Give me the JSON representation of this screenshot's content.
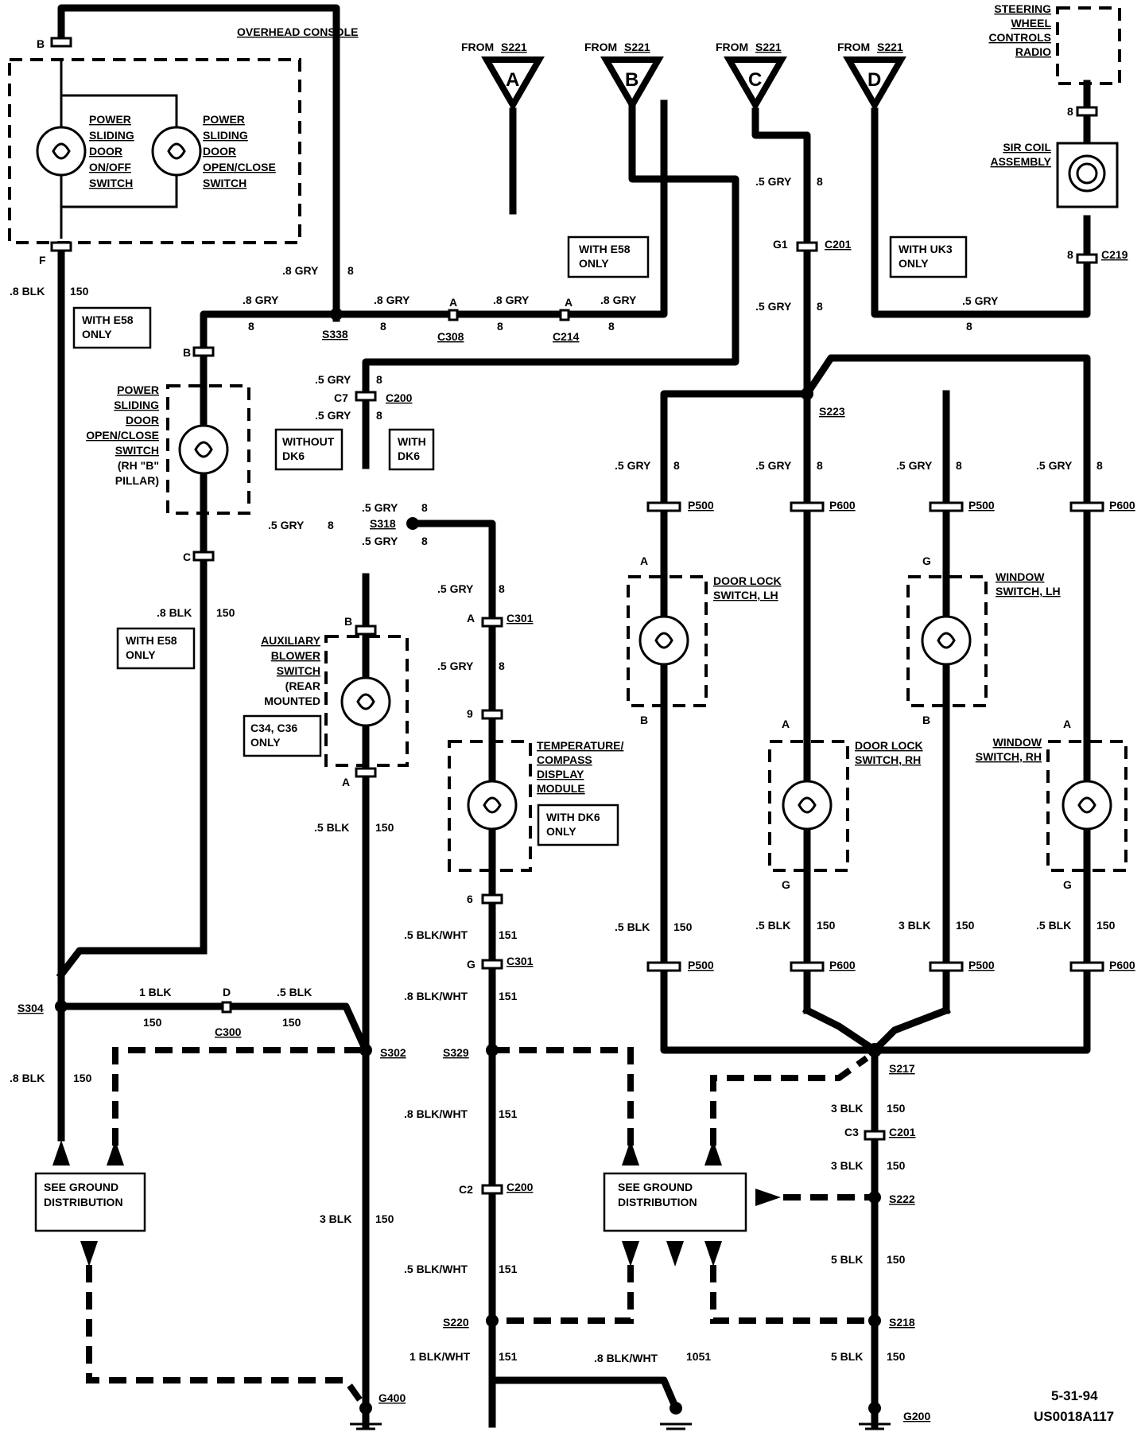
{
  "footer": {
    "date": "5-31-94",
    "figure_id": "US0018A117"
  },
  "sources": [
    {
      "from": "FROM",
      "splice": "S221",
      "letter": "A"
    },
    {
      "from": "FROM",
      "splice": "S221",
      "letter": "B"
    },
    {
      "from": "FROM",
      "splice": "S221",
      "letter": "C"
    },
    {
      "from": "FROM",
      "splice": "S221",
      "letter": "D"
    }
  ],
  "components": {
    "overhead_console": "OVERHEAD CONSOLE",
    "psd_on_off": [
      "POWER",
      "SLIDING",
      "DOOR",
      "ON/OFF",
      "SWITCH"
    ],
    "psd_open_close": [
      "POWER",
      "SLIDING",
      "DOOR",
      "OPEN/CLOSE",
      "SWITCH"
    ],
    "psd_rh_b": [
      "POWER",
      "SLIDING",
      "DOOR",
      "OPEN/CLOSE",
      "SWITCH",
      "(RH \"B\"",
      "PILLAR)"
    ],
    "aux_blower": [
      "AUXILIARY",
      "BLOWER",
      "SWITCH",
      "(REAR",
      "MOUNTED"
    ],
    "temp_compass": [
      "TEMPERATURE/",
      "COMPASS",
      "DISPLAY",
      "MODULE"
    ],
    "door_lock_lh": [
      "DOOR LOCK",
      "SWITCH, LH"
    ],
    "door_lock_rh": [
      "DOOR LOCK",
      "SWITCH, RH"
    ],
    "window_lh": [
      "WINDOW",
      "SWITCH, LH"
    ],
    "window_rh": [
      "WINDOW",
      "SWITCH, RH"
    ],
    "steering_wheel": [
      "STEERING",
      "WHEEL",
      "CONTROLS",
      "RADIO"
    ],
    "sir_coil": [
      "SIR COIL",
      "ASSEMBLY"
    ]
  },
  "notes": {
    "with_e58_top": [
      "WITH E58",
      "ONLY"
    ],
    "with_e58_left": [
      "WITH E58",
      "ONLY"
    ],
    "with_e58_mid": [
      "WITH E58",
      "ONLY"
    ],
    "with_uk3": [
      "WITH UK3",
      "ONLY"
    ],
    "without_dk6": [
      "WITHOUT",
      "DK6"
    ],
    "with_dk6": [
      "WITH",
      "DK6"
    ],
    "c34_c36": [
      "C34, C36",
      "ONLY"
    ],
    "with_dk6_only": [
      "WITH DK6",
      "ONLY"
    ],
    "ground_left": [
      "SEE GROUND",
      "DISTRIBUTION"
    ],
    "ground_center": [
      "SEE GROUND",
      "DISTRIBUTION"
    ]
  },
  "splices": {
    "s338": "S338",
    "s223": "S223",
    "s318": "S318",
    "s304": "S304",
    "s302": "S302",
    "s329": "S329",
    "s217": "S217",
    "s222": "S222",
    "s220": "S220",
    "s218": "S218"
  },
  "grounds": {
    "g400": "G400",
    "g200": "G200"
  },
  "connectors": {
    "c308": "C308",
    "c214": "C214",
    "c200_top": "C200",
    "c201_top": "C201",
    "c219": "C219",
    "c301_top": "C301",
    "c301_bot": "C301",
    "c300": "C300",
    "c200_bot": "C200",
    "c201_bot": "C201",
    "p500": "P500",
    "p600": "P600"
  },
  "pins": {
    "B": "B",
    "F": "F",
    "A": "A",
    "C": "C",
    "D": "D",
    "G": "G",
    "G1": "G1",
    "C7": "C7",
    "C3": "C3",
    "C2": "C2",
    "n8": "8",
    "n9": "9",
    "n6": "6"
  },
  "wires": {
    "gry_08": ".8 GRY",
    "gry_05": ".5 GRY",
    "blk_08": ".8 BLK",
    "blk_05": ".5 BLK",
    "blk_1": "1 BLK",
    "blk_3": "3 BLK",
    "blk_5": "5 BLK",
    "blkwht_05": ".5 BLK/WHT",
    "blkwht_08": ".8 BLK/WHT",
    "blkwht_1": "1 BLK/WHT",
    "c8": "8",
    "c150": "150",
    "c151": "151",
    "c1051": "1051"
  }
}
